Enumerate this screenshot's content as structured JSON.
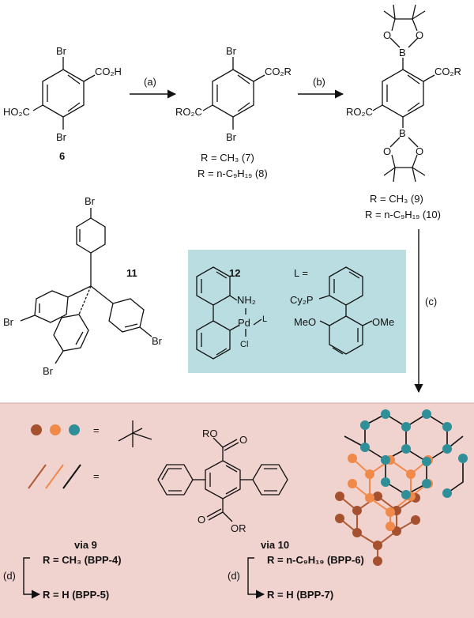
{
  "colors": {
    "catalyst_box": "#b9dde0",
    "bottom_panel": "#f0d2ce",
    "bottom_panel_border": "#d8aaa4",
    "node_brown": "#a5502e",
    "node_orange": "#f08a4b",
    "node_teal": "#2f8f98",
    "strand_brown": "#b05a34",
    "strand_orange": "#f28a4e",
    "strand_black": "#111111"
  },
  "top": {
    "compound6": {
      "top_sub": "Br",
      "bottom_sub": "Br",
      "right_group": "CO₂H",
      "left_group": "HO₂C",
      "number": "6"
    },
    "step_a": "(a)",
    "esters_78": {
      "top_sub": "Br",
      "bottom_sub": "Br",
      "right_group": "CO₂R",
      "left_group": "RO₂C",
      "r_line1": "R = CH₃ (7)",
      "r_line2": "R = n-C₉H₁₉ (8)"
    },
    "step_b": "(b)",
    "boronates_910": {
      "right_group": "CO₂R",
      "left_group": "RO₂C",
      "boron_top": "B",
      "boron_bottom": "B",
      "oxygen": "O",
      "r_line1": "R = CH₃ (9)",
      "r_line2": "R = n-C₉H₁₉ (10)"
    }
  },
  "middle": {
    "compound11": {
      "number": "11",
      "br": "Br"
    },
    "catalyst": {
      "number": "12",
      "l_eq": "L =",
      "nh2": "NH₂",
      "pd": "Pd",
      "l": "L",
      "cl": "Cl",
      "cy2p": "Cy₂P",
      "meo": "MeO",
      "ome": "OMe"
    },
    "step_c": "(c)"
  },
  "bottom": {
    "node_equals": "=",
    "strand_equals": "=",
    "linker_ro_top": "RO",
    "linker_o_top": "O",
    "linker_o_bottom": "O",
    "linker_or_bottom": "OR",
    "via9": "via 9",
    "via10": "via 10",
    "step_d_left": "(d)",
    "step_d_right": "(d)",
    "bpp4": "R = CH₃ (BPP-4)",
    "bpp5": "R = H (BPP-5)",
    "bpp6": "R = n-C₉H₁₉ (BPP-6)",
    "bpp7": "R = H (BPP-7)"
  }
}
